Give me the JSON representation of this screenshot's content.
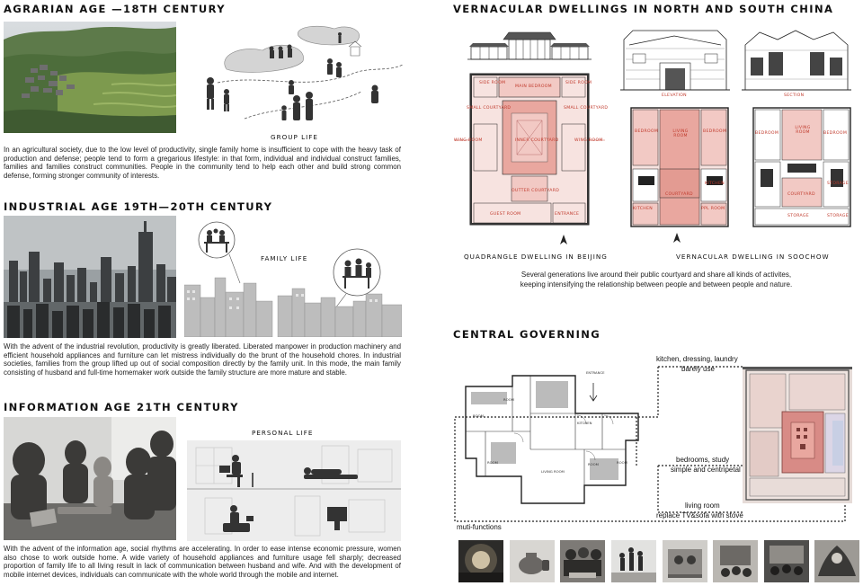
{
  "left": {
    "agrarian": {
      "heading": "AGRARIAN AGE —18TH CENTURY",
      "illustration_label": "GROUP LIFE",
      "text": "In an agricultural society, due to the low level of productivity, single family home is insufficient to cope with the heavy task of production and defense; people tend to form a gregarious lifestyle: in that form, individual and individual construct families, families and families construct communities. People in the community tend to help each other and build strong common defense, forming stronger community of interests."
    },
    "industrial": {
      "heading": "INDUSTRIAL AGE 19TH—20TH CENTURY",
      "illustration_label": "FAMILY LIFE",
      "text": "With the advent of the industrial revolution, productivity is greatly liberated. Liberated manpower in production machinery and efficient household appliances and furniture can let mistress individually do the brunt of the household chores. In industrial societies, families from the group lifted up out of social composition directly by the family unit. In this mode, the main family consisting of husband and full-time homemaker work outside the family structure are more mature and stable."
    },
    "information": {
      "heading": "INFORMATION AGE 21TH CENTURY",
      "illustration_label": "PERSONAL LIFE",
      "text": "With the advent of the information age, social rhythms are accelerating. In order to ease intense economic pressure, women also chose to work outside home. A wide variety of household appliances and furniture usage fell sharply; decreased proportion of family life to all living result in lack of communication between husband and wife. And with the development of mobile internet devices, individuals can communicate with the whole world through the mobile and internet."
    }
  },
  "right": {
    "vernacular": {
      "heading": "VERNACULAR DWELLINGS IN NORTH AND SOUTH CHINA",
      "beijing_caption": "QUADRANGLE DWELLING IN BEIJING",
      "soochow_caption": "VERNACULAR DWELLING IN SOOCHOW",
      "description_line1": "Several generations live around their public courtyard and share all kinds of activites,",
      "description_line2": "keeping intensifying the relationship between people and between people and nature.",
      "beijing_labels": {
        "side_room": "SIDE ROOM",
        "main_bedroom": "MAIN BEDROOM",
        "side_room_r": "SIDE ROOM",
        "small_courtyard_l": "SMALL COURTYARD",
        "small_courtyard_r": "SMALL COURTYARD",
        "wing_room_l": "WING-ROOM",
        "wing_room_r": "WING-ROOM",
        "inner_courtyard": "INNER COURTYARD",
        "outter_courtyard": "OUTTER COURTYARD",
        "guest_room": "GUEST ROOM",
        "entrance": "ENTRANCE"
      },
      "soochow_labels": {
        "elevation": "ELEVATION",
        "section": "SECTION",
        "bedroom_l": "BEDROOM",
        "living_room": "LIVING ROOM",
        "bedroom_r": "BEDROOM",
        "kitchen": "KITCHEN",
        "courtyard": "COURTYARD",
        "kitchen_b": "KITCHEN",
        "ppl_room": "PPL ROOM",
        "living_room_2": "LIVING ROOM",
        "bedroom_2l": "BEDROOM",
        "bedroom_2r": "BEDROOM",
        "storage_1": "STORAGE",
        "courtyard_2": "COURTYARD",
        "storage_2": "STORAGE",
        "storage_3": "STORAGE"
      }
    },
    "central": {
      "heading": "CENTRAL GOVERNING",
      "entrance_label": "ENTRANCE",
      "kitchen_line1": "kitchen, dressing, laundry",
      "kitchen_line2": "barely use",
      "bedrooms_line1": "bedrooms, study",
      "bedrooms_line2": "simple and centripetal",
      "living_line1": "living room",
      "living_line2": "replace TV&sofa with stove",
      "multi_functions": "muti-functions",
      "plan_rooms": {
        "room_a": "ROOM",
        "room_b": "ROOM",
        "kitchen": "KITCHEN",
        "living_room": "LIVING ROOM",
        "room_c": "ROOM",
        "room_d": "ROOM",
        "room_e": "ROOM"
      }
    }
  },
  "colors": {
    "plan_pink": "#f2c9c4",
    "plan_pink_dark": "#e39b92",
    "plan_red_text": "#c0392b",
    "heading": "#111111"
  }
}
